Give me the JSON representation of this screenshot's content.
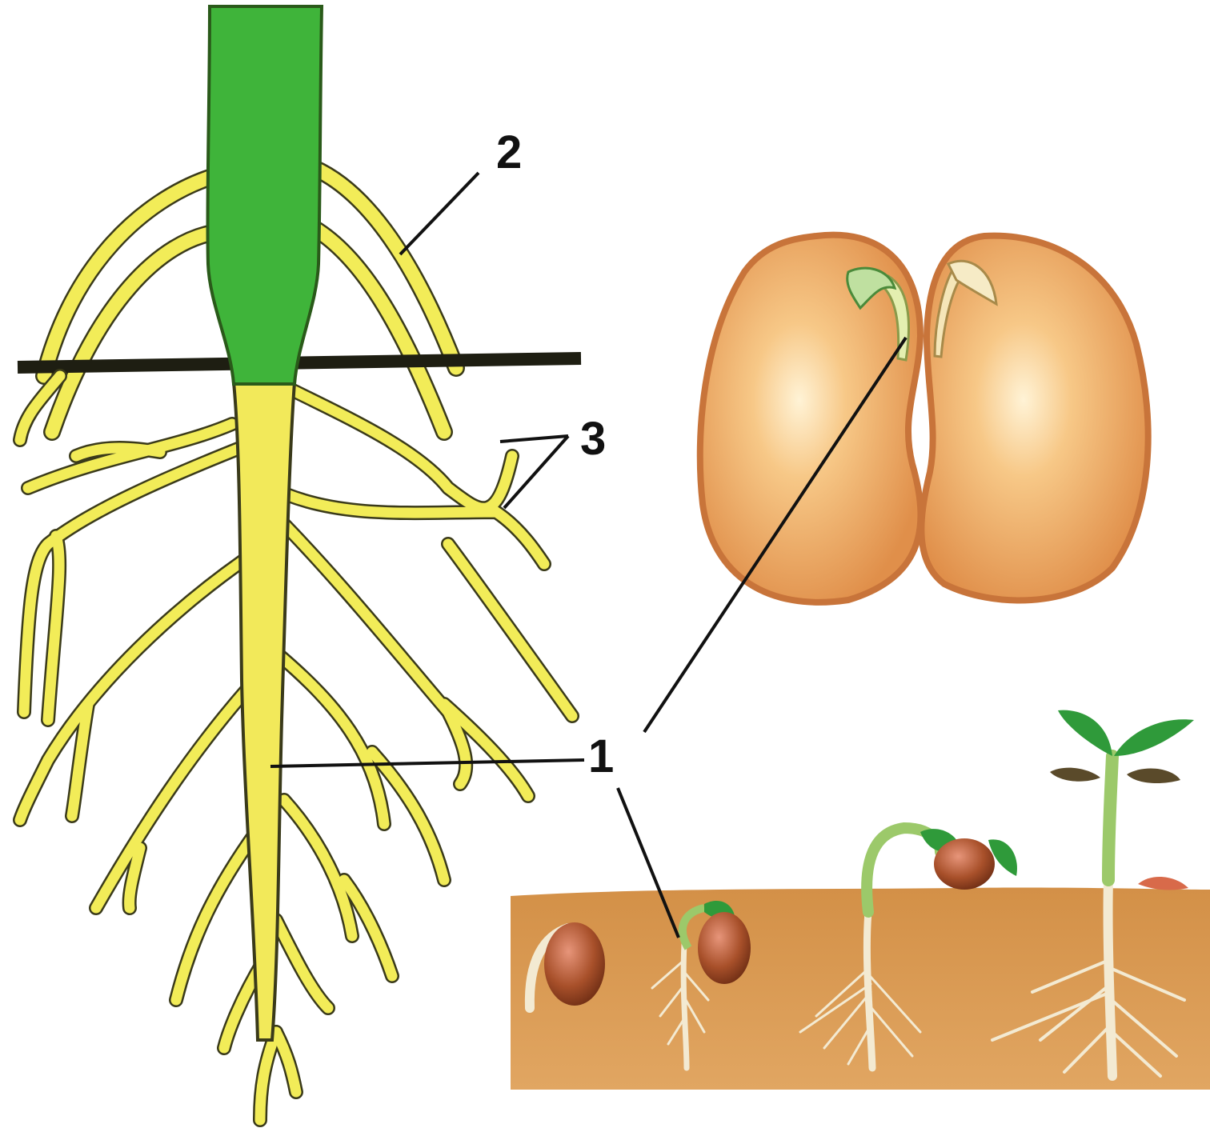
{
  "labels": {
    "main_root": "1",
    "adventitious_root": "2",
    "lateral_root": "3"
  },
  "colors": {
    "stem_green": "#3fb43a",
    "root_yellow": "#f2ec58",
    "root_outline": "#3a3a1a",
    "soil_line": "#1e1e12",
    "bean_orange": "#f2b36a",
    "bean_outline": "#c8743a",
    "soil_brown": "#d99a52",
    "seed_brown": "#a8502a",
    "leaf_green": "#2f9a3a",
    "seedling_stem": "#9cc96a",
    "pale_root": "#f3ead2",
    "leader_line": "#111111"
  },
  "icons": [
    "taproot-system-illustration",
    "bean-seed-halves-illustration",
    "bean-germination-stages-illustration"
  ]
}
